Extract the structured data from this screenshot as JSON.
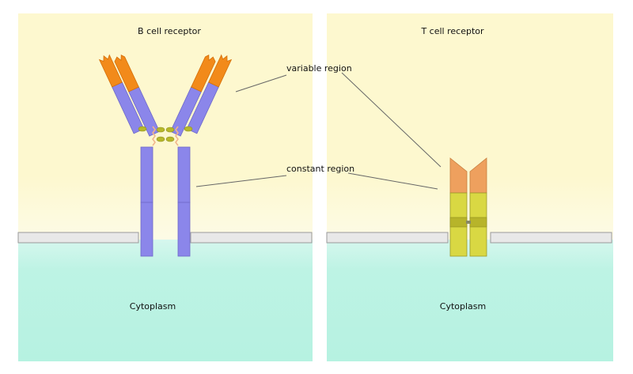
{
  "panels": [
    {
      "title": "B cell receptor",
      "region_label": "Cytoplasm"
    },
    {
      "title": "T cell receptor",
      "region_label": "Cytoplasm"
    }
  ],
  "callouts": {
    "variable": "variable region",
    "constant": "constant region"
  },
  "colors": {
    "extracellular": "#fdf8cf",
    "extracellular_fade": "#fdfbe6",
    "cytoplasm": "#b8f2e3",
    "membrane_fill": "#e8e8e8",
    "membrane_stroke": "#9a9a9a",
    "bcr_constant": "#8b86ea",
    "bcr_variable": "#f28a1a",
    "disulfide": "#f2b48a",
    "bond_knob": "#b7b82a",
    "tcr_constant": "#d9d843",
    "tcr_variable": "#eea05e",
    "callout_line": "#666666"
  }
}
